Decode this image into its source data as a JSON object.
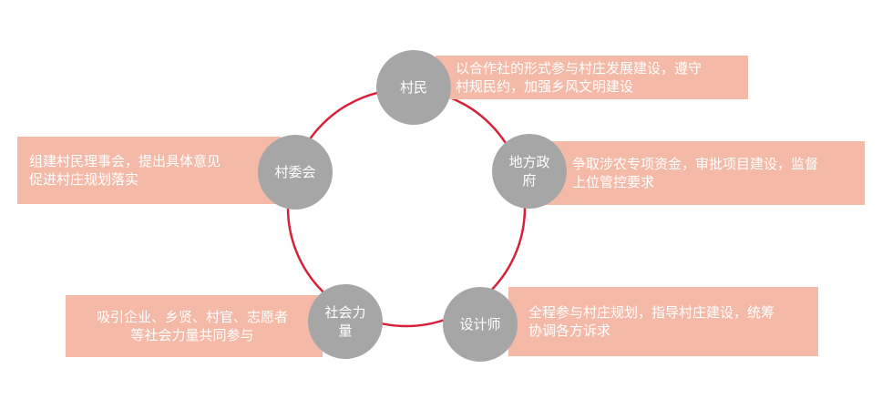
{
  "diagram": {
    "ring_color": "#d5213a",
    "node_color": "#a6a6a6",
    "box_color": "#f5b9a8",
    "nodes": {
      "villagers": {
        "label_lines": [
          "村民"
        ],
        "desc_lines": [
          "以合作社的形式参与村庄发展建设，遵守",
          "村规民约，加强乡风文明建设"
        ]
      },
      "committee": {
        "label_lines": [
          "村委会"
        ],
        "desc_lines": [
          "组建村民理事会，提出具体意见",
          "促进村庄规划落实"
        ]
      },
      "govt": {
        "label_lines": [
          "地方政",
          "府"
        ],
        "desc_lines": [
          "争取涉农专项资金，审批项目建设，监督",
          "上位管控要求"
        ]
      },
      "social": {
        "label_lines": [
          "社会力",
          "量"
        ],
        "desc_lines": [
          "吸引企业、乡贤、村官、志愿者",
          "等社会力量共同参与"
        ]
      },
      "designer": {
        "label_lines": [
          "设计师"
        ],
        "desc_lines": [
          "全程参与村庄规划，指导村庄建设，统筹",
          "协调各方诉求"
        ]
      }
    }
  }
}
